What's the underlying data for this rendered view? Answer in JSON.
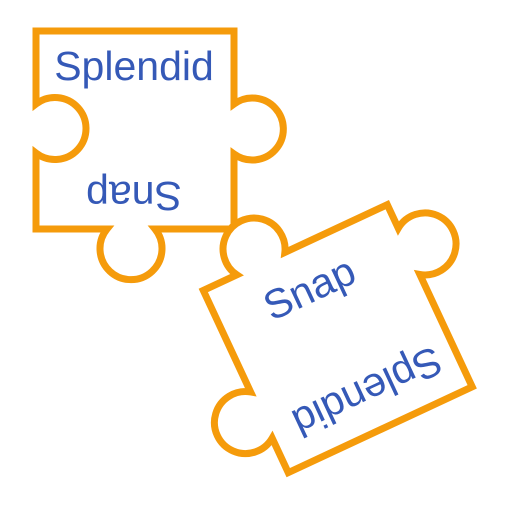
{
  "pieces": [
    {
      "top_word": "Splendid",
      "bottom_word": "Snap"
    },
    {
      "top_word": "Snap",
      "bottom_word": "Splendid"
    }
  ],
  "colors": {
    "outline": "#f59b0b",
    "text": "#3559b7",
    "background": "#ffffff"
  }
}
